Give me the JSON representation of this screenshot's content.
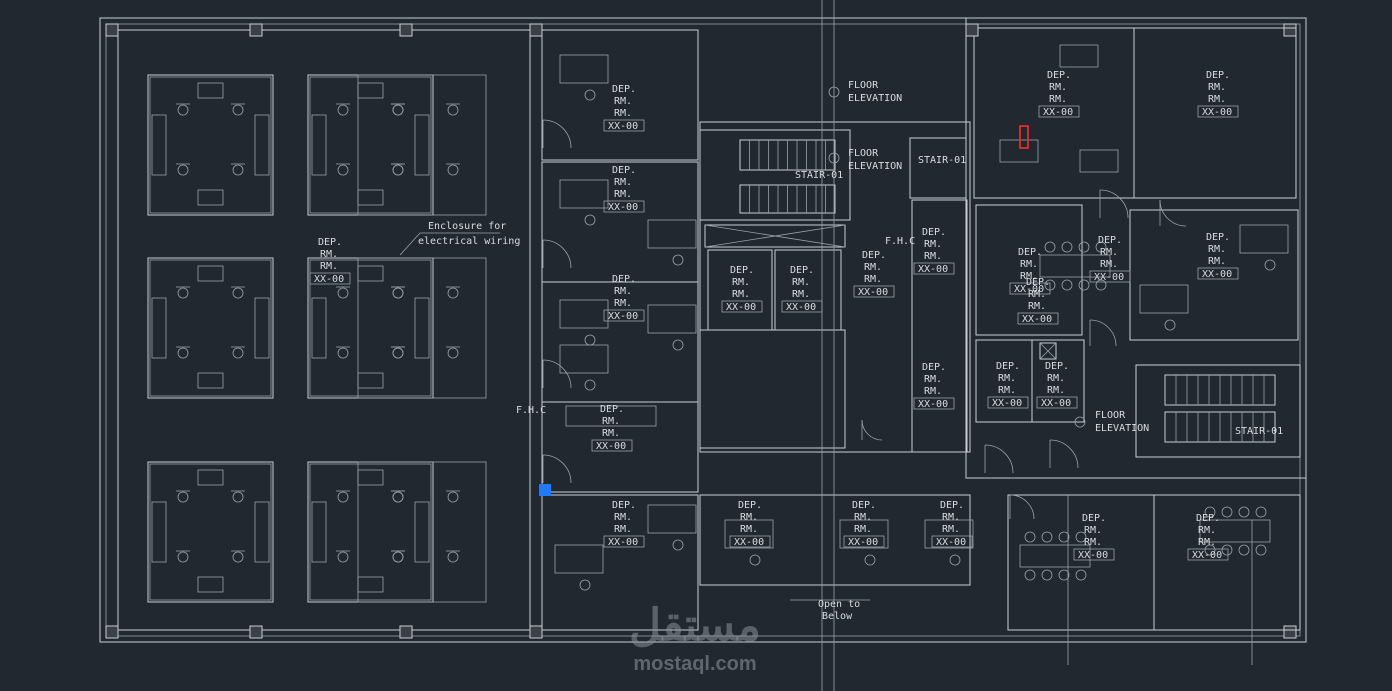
{
  "labels": {
    "dep": "DEP.",
    "rm": "RM.",
    "tag": "XX-00",
    "floor": "FLOOR",
    "elevation": "ELEVATION",
    "stair": "STAIR-01",
    "fhc": "F.H.C",
    "enclosure_1": "Enclosure for",
    "enclosure_2": "electrical wiring",
    "open_1": "Open to",
    "open_2": "Below"
  },
  "watermark": {
    "arabic": "مستقل",
    "latin": "mostaql.com"
  },
  "colors": {
    "background": "#212830",
    "lines": "#c9ced4",
    "accent_blue": "#1e7bff",
    "accent_red": "#ff2a2a"
  },
  "icons": [
    "workstation-cluster",
    "chair",
    "desk",
    "stair",
    "elevator",
    "toilet",
    "door-swing",
    "fire-hose-cabinet"
  ]
}
